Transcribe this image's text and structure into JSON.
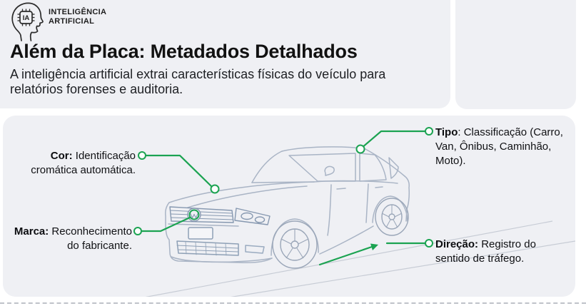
{
  "page": {
    "background": "#ffffff",
    "card_color": "#eff0f4",
    "accent_green": "#1ba351",
    "car_line_color": "#a9b4c5",
    "divider_color": "#bfc2c9"
  },
  "header": {
    "logo": {
      "icon": "ai-head-chip-icon",
      "chip_text": "IA",
      "brand_line1": "INTELIGÊNCIA",
      "brand_line2": "ARTIFICIAL"
    },
    "title": "Além da Placa: Metadados Detalhados",
    "subtitle_line1": "A inteligência artificial extrai características físicas do veículo para",
    "subtitle_line2": "relatórios forenses e auditoria."
  },
  "diagram": {
    "illustration": "sedan-line-art-three-quarter-view",
    "callouts": [
      {
        "id": "cor",
        "label": "Cor:",
        "text": " Identificação cromática automática."
      },
      {
        "id": "marca",
        "label": "Marca:",
        "text": " Reconhecimento do fabricante."
      },
      {
        "id": "tipo",
        "label": "Tipo",
        "text": ": Classificação (Carro, Van, Ônibus, Caminhão, Moto)."
      },
      {
        "id": "direcao",
        "label": "Direção:",
        "text": " Registro do sentido de tráfego."
      }
    ]
  }
}
